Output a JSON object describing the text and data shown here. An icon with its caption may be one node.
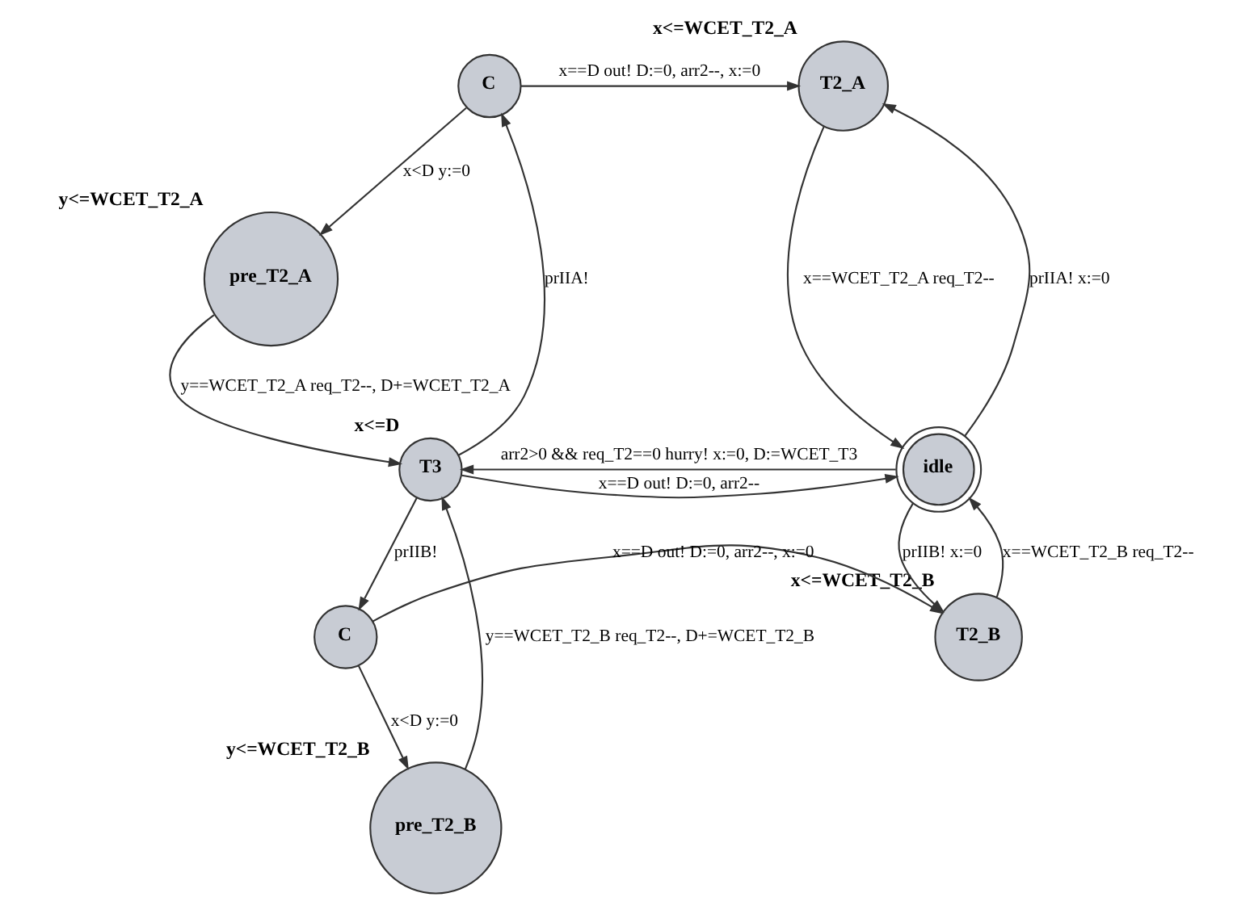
{
  "diagram": {
    "nodes": [
      {
        "text": [
          "C"
        ]
      },
      {
        "text": [
          "T2_A"
        ],
        "beside": [
          "x<=WCET_T2_A"
        ]
      },
      {
        "text": [
          "pre_T2_A"
        ],
        "beside": [
          "y<=WCET_T2_A"
        ]
      },
      {
        "text": [
          "T3"
        ],
        "beside": [
          "x<=D"
        ]
      },
      {
        "text": [
          "idle"
        ]
      },
      {
        "text": [
          "pre_T2_B"
        ],
        "beside": [
          "y<=WCET_T2_B"
        ]
      },
      {
        "text": [
          "C"
        ]
      },
      {
        "text": [
          "T2_B"
        ],
        "beside": [
          "x<=WCET_T2_B"
        ]
      }
    ],
    "edges": [
      {
        "from": 0,
        "to": 1,
        "arrow": "to",
        "label": "x==D out! D:=0, arr2--, x:=0"
      },
      {
        "from": 0,
        "to": 2,
        "arrow": "to",
        "label": "x<D y:=0"
      },
      {
        "from": 2,
        "to": 3,
        "arrow": "to",
        "label": "y==WCET_T2_A req_T2--, D+=WCET_T2_A"
      },
      {
        "from": 3,
        "to": 0,
        "arrow": "to",
        "label": "prIIA!"
      },
      {
        "from": 4,
        "to": 3,
        "arrow": "to",
        "label": "arr2>0 && req_T2==0 hurry! x:=0, D:=WCET_T3"
      },
      {
        "from": 3,
        "to": 4,
        "arrow": "to",
        "label": "x==D out! D:=0, arr2--"
      },
      {
        "from": 4,
        "to": 1,
        "arrow": "to",
        "label": "prIIA! x:=0"
      },
      {
        "from": 1,
        "to": 4,
        "arrow": "to",
        "label": "x==WCET_T2_A req_T2--"
      },
      {
        "from": 3,
        "to": 6,
        "arrow": "to",
        "label": "prIIB!"
      },
      {
        "from": 6,
        "to": 5,
        "arrow": "to",
        "label": "x<D y:=0"
      },
      {
        "from": 5,
        "to": 3,
        "arrow": "to",
        "label": "y==WCET_T2_B req_T2--, D+=WCET_T2_B"
      },
      {
        "from": 6,
        "to": 7,
        "arrow": "to",
        "label": "x==D out! D:=0, arr2--, x:=0"
      },
      {
        "from": 7,
        "to": 4,
        "arrow": "to",
        "label": "x==WCET_T2_B req_T2--"
      },
      {
        "from": 4,
        "to": 7,
        "arrow": "to",
        "label": "prIIB! x:=0"
      }
    ]
  }
}
